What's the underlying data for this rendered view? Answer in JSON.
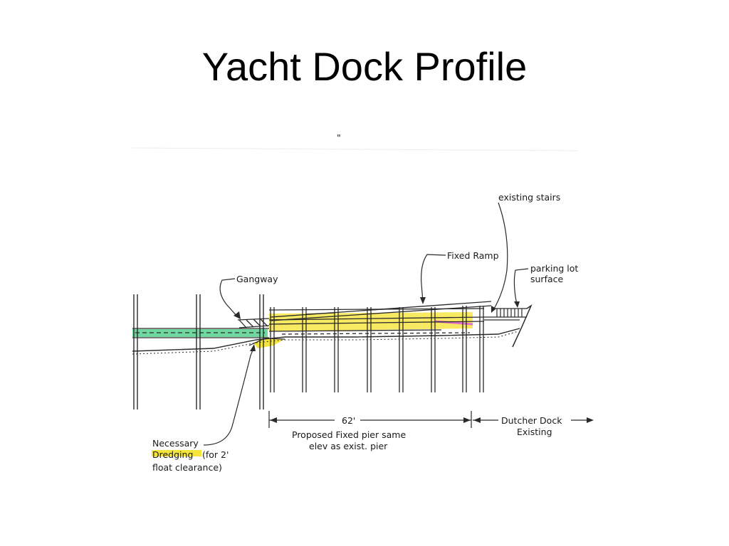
{
  "slide": {
    "title": "Yacht Dock Profile"
  },
  "drawing": {
    "corner_mark": "\"",
    "labels": {
      "existing_stairs": "existing stairs",
      "fixed_ramp": "Fixed Ramp",
      "parking_lot_1": "parking lot",
      "parking_lot_2": "surface",
      "gangway": "Gangway",
      "dimension_62": "62'",
      "pier_note_1": "Proposed Fixed pier same",
      "pier_note_2": "elev as exist. pier",
      "dutcher_1": "Dutcher Dock",
      "dutcher_2": "Existing",
      "dredge_1": "Necessary",
      "dredge_2": "Dredging",
      "dredge_3": "(for 2'",
      "dredge_4": "float clearance)"
    },
    "colors": {
      "proposed_highlight": "#f5e43a",
      "float_highlight": "#6fd7a0",
      "dredging_highlight": "#f5e43a",
      "existing_link": "#e070c8"
    }
  }
}
